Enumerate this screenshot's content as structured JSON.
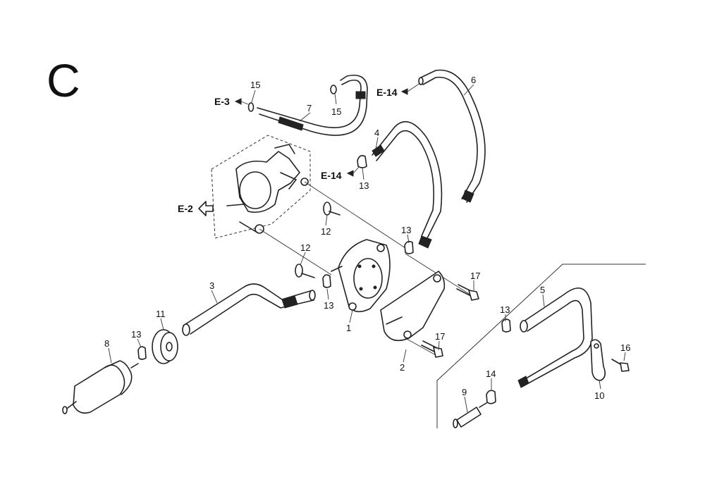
{
  "section_letter": "C",
  "references": {
    "e3": "E-3",
    "e14_top": "E-14",
    "e14_mid": "E-14",
    "e2": "E-2"
  },
  "callouts": {
    "c1": "1",
    "c2": "2",
    "c3": "3",
    "c4": "4",
    "c5": "5",
    "c6": "6",
    "c7": "7",
    "c8": "8",
    "c9": "9",
    "c10": "10",
    "c11": "11",
    "c12a": "12",
    "c12b": "12",
    "c13a": "13",
    "c13b": "13",
    "c13c": "13",
    "c13d": "13",
    "c13e": "13",
    "c14": "14",
    "c15a": "15",
    "c15b": "15",
    "c16": "16",
    "c17a": "17",
    "c17b": "17"
  }
}
